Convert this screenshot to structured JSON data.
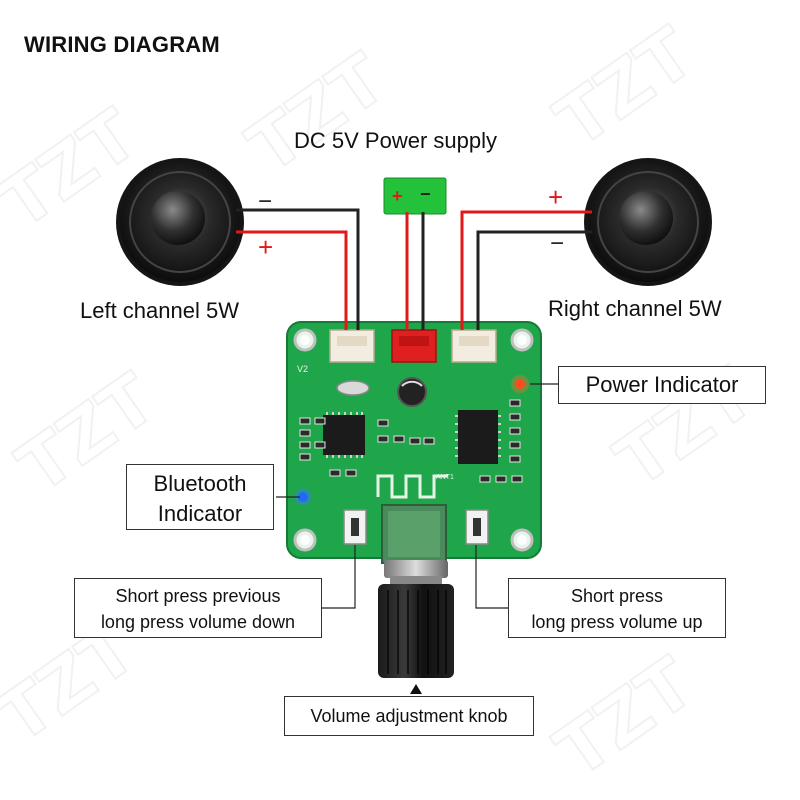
{
  "title": "WIRING DIAGRAM",
  "power_supply": {
    "label": "DC 5V Power supply",
    "plus": "+",
    "minus": "−"
  },
  "left_speaker": {
    "label": "Left channel 5W",
    "minus": "−",
    "plus": "+"
  },
  "right_speaker": {
    "label": "Right channel 5W",
    "plus": "+",
    "minus": "−"
  },
  "callouts": {
    "power_indicator": "Power Indicator",
    "bluetooth_line1": "Bluetooth",
    "bluetooth_line2": "Indicator",
    "prev_line1": "Short press previous",
    "prev_line2": "long press volume down",
    "next_line1": "Short press",
    "next_line2": "long press volume up",
    "knob": "Volume adjustment knob"
  },
  "board": {
    "version": "V2",
    "antenna_label": "ANT1"
  },
  "watermark": "TZT",
  "colors": {
    "board": "#1fa64a",
    "wire_red": "#e01818",
    "wire_black": "#222222",
    "power_led": "#ff3b1a",
    "bluetooth_led": "#1a5cff",
    "supply_box": "#23c23a"
  }
}
